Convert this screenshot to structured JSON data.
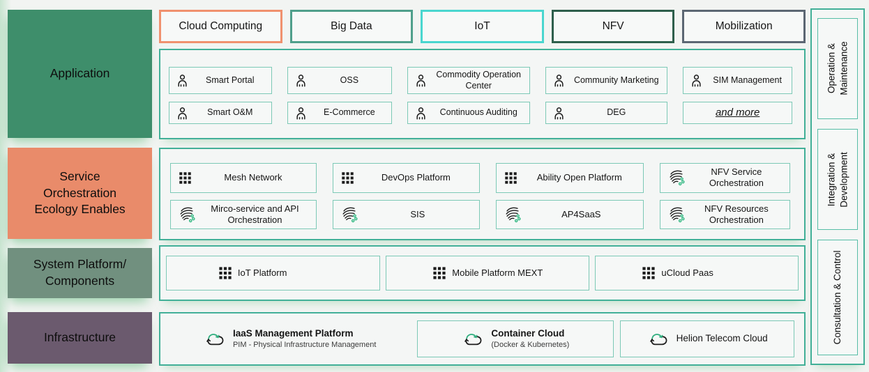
{
  "colors": {
    "container_border": "#42b098",
    "item_border": "#7cc9b6",
    "sidebar_inner_border": "#56bda6",
    "application_bg": "#3e8e6b",
    "service_bg": "#e98b6a",
    "system_bg": "#71907f",
    "infrastructure_bg": "#6b5a6e",
    "icon_green": "#35b984",
    "cloud_computing_border": "#f0916e",
    "big_data_border": "#4f9f8b",
    "iot_border": "#49d6cf",
    "nfv_border": "#2e5f4c",
    "mobilization_border": "#5c6773"
  },
  "left_labels": {
    "application": {
      "lines": [
        "Application"
      ]
    },
    "service": {
      "lines": [
        "Service",
        "Orchestration",
        "Ecology Enables"
      ]
    },
    "system": {
      "lines": [
        "System Platform/",
        "Components"
      ]
    },
    "infrastructure": {
      "lines": [
        "Infrastructure"
      ]
    }
  },
  "top_categories": [
    {
      "label": "Cloud Computing",
      "border": "#f0916e"
    },
    {
      "label": "Big Data",
      "border": "#4f9f8b"
    },
    {
      "label": "IoT",
      "border": "#49d6cf"
    },
    {
      "label": "NFV",
      "border": "#2e5f4c"
    },
    {
      "label": "Mobilization",
      "border": "#5c6773"
    }
  ],
  "application": {
    "items": [
      "Smart Portal",
      "OSS",
      "Commodity Operation Center",
      "Community Marketing",
      "SIM Management",
      "Smart O&M",
      "E-Commerce",
      "Continuous Auditing",
      "DEG",
      "and more"
    ]
  },
  "service": {
    "items": [
      "Mesh Network",
      "DevOps Platform",
      "Ability Open Platform",
      "NFV Service Orchestration",
      "Mirco-service and API Orchestration",
      "SIS",
      "AP4SaaS",
      "NFV Resources Orchestration"
    ]
  },
  "system": {
    "items": [
      "IoT Platform",
      "Mobile Platform MEXT",
      "uCloud Paas"
    ]
  },
  "infrastructure": {
    "items": [
      {
        "title": "IaaS Management Platform",
        "subtitle": "PIM - Physical Infrastructure Management"
      },
      {
        "title": "Container Cloud",
        "subtitle": "(Docker & Kubernetes)"
      },
      {
        "title": "Helion Telecom Cloud",
        "subtitle": ""
      }
    ]
  },
  "sidebar": {
    "items": [
      {
        "line1": "Operation &",
        "line2": "Maintenance"
      },
      {
        "line1": "Integration &",
        "line2": "Development"
      },
      {
        "line1": "Consultation & Control",
        "line2": ""
      }
    ]
  }
}
